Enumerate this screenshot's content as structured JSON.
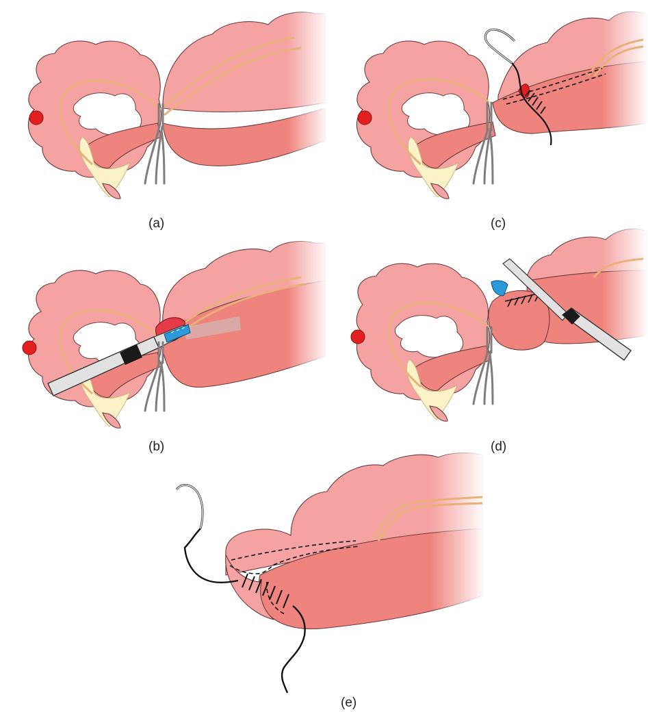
{
  "figure": {
    "panels": [
      {
        "id": "a",
        "label": "(a)"
      },
      {
        "id": "b",
        "label": "(b)"
      },
      {
        "id": "c",
        "label": "(c)"
      },
      {
        "id": "d",
        "label": "(d)"
      },
      {
        "id": "e",
        "label": "(e)"
      }
    ]
  },
  "colors": {
    "mesentery": "#f4a3a2",
    "mesentery_stroke": "#6b3a3a",
    "bowel": "#ef837d",
    "bowel_dark": "#d9665f",
    "vessel": "#e9b07a",
    "fat": "#fbf2c8",
    "fat_stroke": "#c8b37a",
    "lesion": "#e2201f",
    "ligature": "#7d7d7d",
    "suture": "#111111",
    "needle": "#d8d8d8",
    "stapler_body": "#e2e2e2",
    "stapler_band": "#1a1a1a",
    "cartridge": "#2a9ad8"
  },
  "icons": [
    "needle-icon",
    "stapler-icon",
    "ligature-icon",
    "lesion-icon"
  ]
}
